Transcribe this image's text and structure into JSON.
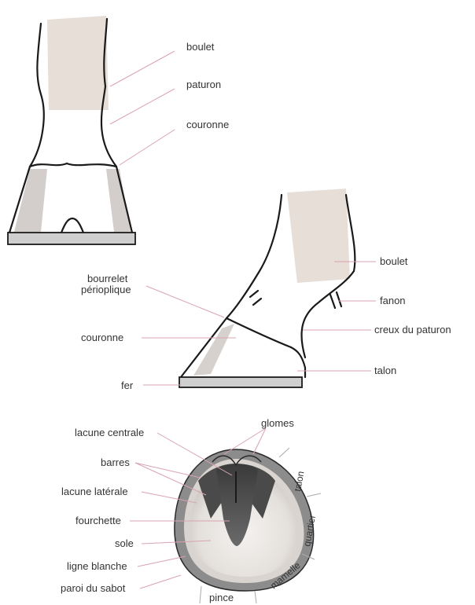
{
  "colors": {
    "leader_line": "#d9a3b3",
    "outline": "#1a1a1a",
    "shading": "#d9cfc8",
    "hoof_fill": "#b5b5b5",
    "shoe_fill": "#cfcfcf"
  },
  "front_view": {
    "labels": {
      "boulet": "boulet",
      "paturon": "paturon",
      "couronne": "couronne"
    }
  },
  "side_view": {
    "labels": {
      "boulet": "boulet",
      "fanon": "fanon",
      "creux_du_paturon": "creux du paturon",
      "talon": "talon",
      "bourrelet_line1": "bourrelet",
      "bourrelet_line2": "périoplique",
      "couronne": "couronne",
      "fer": "fer"
    }
  },
  "sole_view": {
    "labels": {
      "glomes": "glomes",
      "lacune_centrale": "lacune centrale",
      "barres": "barres",
      "lacune_laterale": "lacune latérale",
      "fourchette": "fourchette",
      "sole": "sole",
      "ligne_blanche": "ligne blanche",
      "paroi_du_sabot": "paroi du sabot",
      "pince": "pince",
      "mamelle": "mamelle",
      "quartier": "quartier",
      "talon": "talon"
    }
  }
}
